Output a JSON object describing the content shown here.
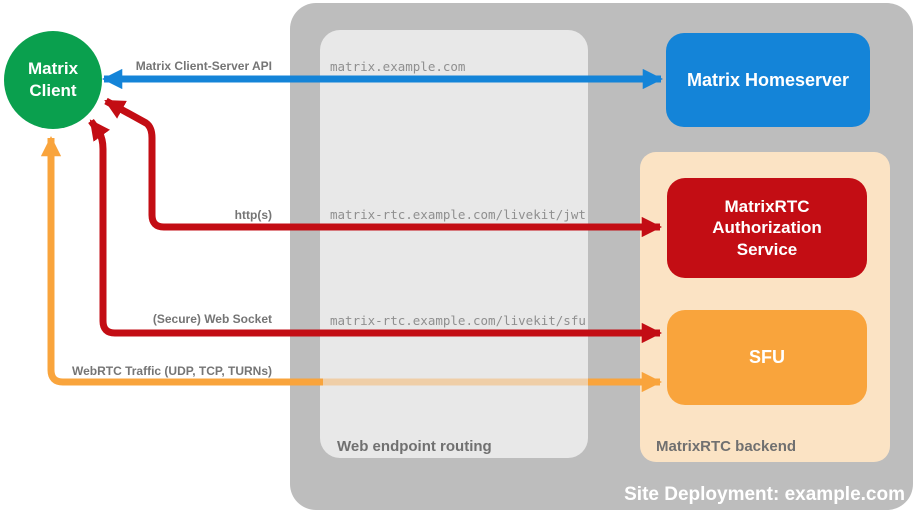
{
  "client": {
    "label": "Matrix\nClient"
  },
  "homeserver": {
    "label": "Matrix Homeserver"
  },
  "auth_service": {
    "label": "MatrixRTC\nAuthorization\nService"
  },
  "sfu": {
    "label": "SFU"
  },
  "routing_box": {
    "title": "Web endpoint routing",
    "endpoints": {
      "homeserver": "matrix.example.com",
      "jwt": "matrix-rtc.example.com/livekit/jwt",
      "sfu": "matrix-rtc.example.com/livekit/sfu"
    }
  },
  "backend_box": {
    "title": "MatrixRTC backend"
  },
  "container": {
    "title": "Site Deployment: example.com"
  },
  "arrows": {
    "client_server_api": {
      "label": "Matrix Client-Server API",
      "color": "#1484d8",
      "direction": "bidirectional"
    },
    "http": {
      "label": "http(s)",
      "color": "#c30d14",
      "direction": "bidirectional"
    },
    "websocket": {
      "label": "(Secure) Web Socket",
      "color": "#c30d14",
      "direction": "bidirectional"
    },
    "webrtc": {
      "label": "WebRTC Traffic (UDP, TCP, TURNs)",
      "color": "#f9a43c",
      "direction": "bidirectional"
    }
  },
  "colors": {
    "client_green": "#0aa04e",
    "homeserver_blue": "#1484d8",
    "auth_red": "#c30d14",
    "sfu_orange": "#f9a43c",
    "backend_peach": "#fbe3c4",
    "container_gray": "#bdbdbd",
    "routing_gray": "#e8e8e8",
    "label_gray": "#757575"
  }
}
